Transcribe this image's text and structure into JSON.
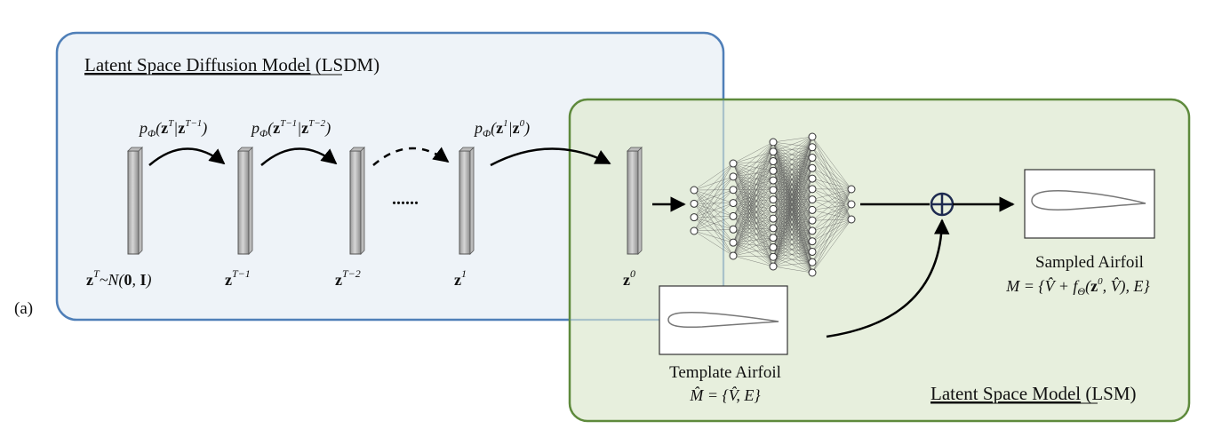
{
  "panel_label": "(a)",
  "lsdm": {
    "title_underlined": "Latent Space Diffusion Model",
    "title_suffix": " (LSDM)",
    "transitions": {
      "t1": "p_Φ(z^T | z^{T−1})",
      "t2": "p_Φ(z^{T−1} | z^{T−2})",
      "t3": "p_Φ(z^1 | z^0)"
    },
    "ellipsis": "......",
    "latents": {
      "zT": "z^T ~ N(0, I)",
      "zT1": "z^{T−1}",
      "zT2": "z^{T−2}",
      "z1": "z^1",
      "z0": "z^0"
    }
  },
  "lsm": {
    "title_underlined": "Latent Space Model",
    "title_suffix": " (LSM)",
    "template_label": "Template Airfoil",
    "template_formula": "M̂ = {V̂, E}",
    "sampled_label": "Sampled Airfoil",
    "sampled_formula": "M = {V̂ + f_Θ(z^0, V̂), E}"
  },
  "colors": {
    "lsdm_fill": "#eef3f8",
    "lsdm_border": "#4f7fb8",
    "lsm_fill": "#e8f0de",
    "lsm_border": "#5e8a3c"
  }
}
